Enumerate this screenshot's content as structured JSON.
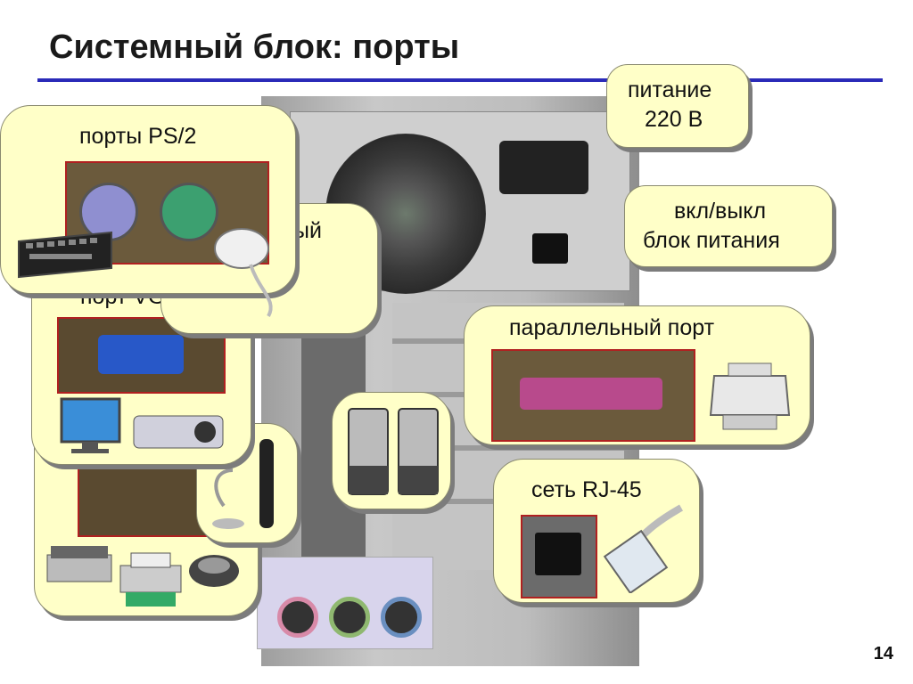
{
  "slide": {
    "title": "Системный блок: порты",
    "number": "14"
  },
  "callouts": {
    "ps2": "порты PS/2",
    "hidden_fragment": "ый",
    "vga": "порт VGA",
    "power_line1": "питание",
    "power_line2": "220 В",
    "switch_line1": "вкл/выкл",
    "switch_line2": "блок питания",
    "parallel": "параллельный порт",
    "network": "сеть RJ-45"
  },
  "colors": {
    "bubble_fill": "#ffffc8",
    "title_rule": "#2a2ab8",
    "photo_border": "#b02020"
  },
  "icons": [
    "keyboard-icon",
    "mouse-icon",
    "monitor-icon",
    "projector-icon",
    "scanner-icon",
    "inkjet-printer-icon",
    "optical-mouse-icon",
    "microphone-icon",
    "speakers-icon",
    "laser-printer-icon",
    "rj45-plug-icon"
  ]
}
